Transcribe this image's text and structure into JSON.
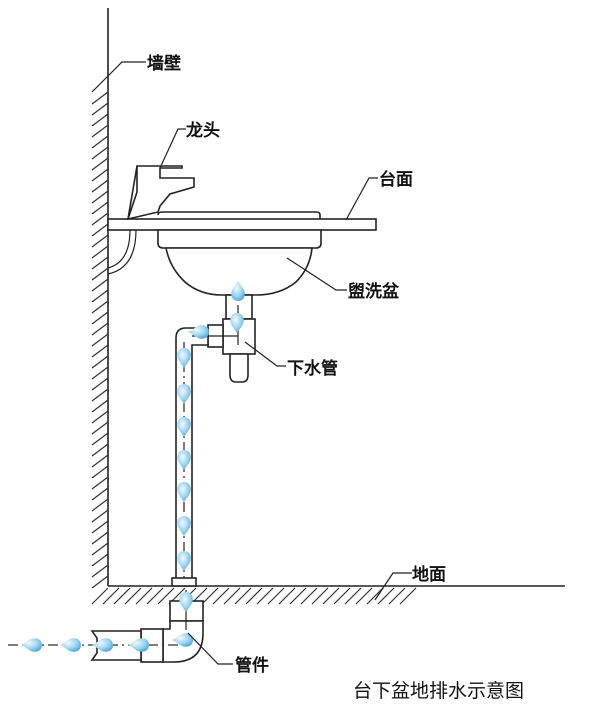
{
  "diagram": {
    "caption": "台下盆地排水示意图",
    "labels": {
      "wall": "墙壁",
      "faucet": "龙头",
      "countertop": "台面",
      "basin": "盥洗盆",
      "drain_pipe": "下水管",
      "floor": "地面",
      "fitting": "管件"
    },
    "colors": {
      "line": "#222222",
      "water": "#7cc4ea",
      "water_light": "#d6eefa"
    },
    "flow_direction": "basin → drain pipe → floor → fitting → outlet"
  }
}
